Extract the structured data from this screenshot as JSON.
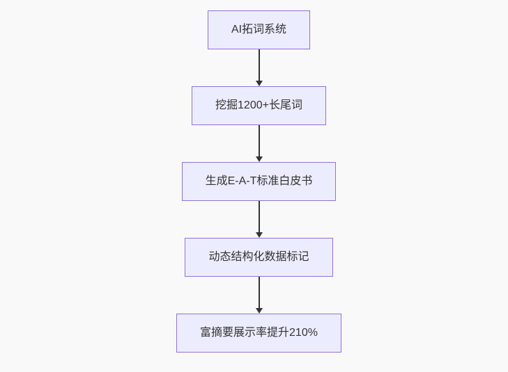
{
  "flowchart": {
    "type": "vertical-flow",
    "direction": "top-down",
    "nodes": [
      {
        "id": "A",
        "label": "AI拓词系统"
      },
      {
        "id": "B",
        "label": "挖掘1200+长尾词"
      },
      {
        "id": "C",
        "label": "生成E-A-T标准白皮书"
      },
      {
        "id": "D",
        "label": "动态结构化数据标记"
      },
      {
        "id": "E",
        "label": "富摘要展示率提升210%"
      }
    ],
    "edges": [
      {
        "from": "A",
        "to": "B"
      },
      {
        "from": "B",
        "to": "C"
      },
      {
        "from": "C",
        "to": "D"
      },
      {
        "from": "D",
        "to": "E"
      }
    ]
  },
  "colors": {
    "background": "#f9f9f9",
    "node_fill": "#ECECFF",
    "node_border": "#9370DB",
    "node_text": "#333333",
    "arrow": "#333333"
  }
}
